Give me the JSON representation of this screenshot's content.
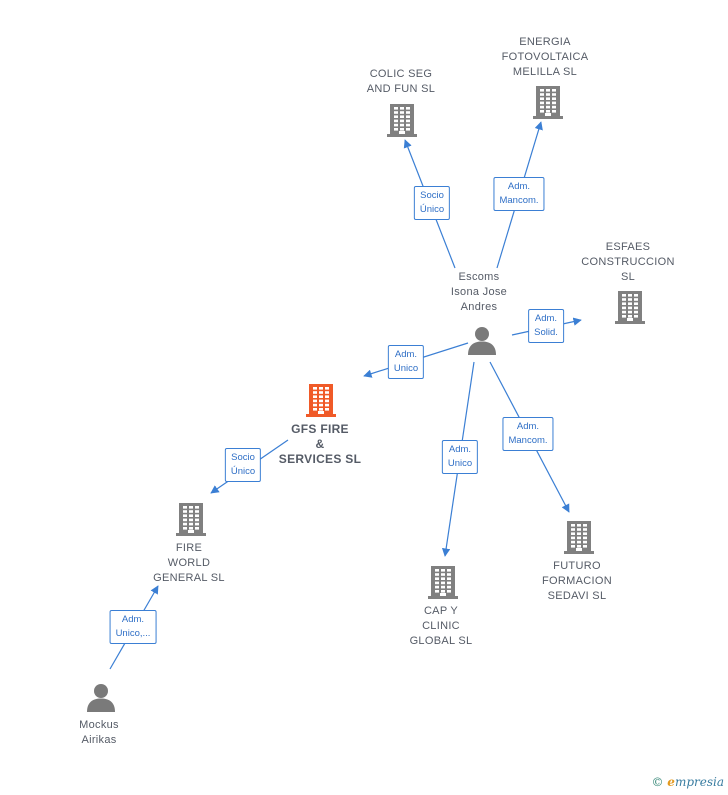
{
  "colors": {
    "company": "#808080",
    "company_main": "#f05a28",
    "person": "#7a7a7a",
    "edge": "#3b7fd4",
    "edge_text": "#2f6fc6",
    "label_text": "#555b66"
  },
  "nodes": [
    {
      "id": "colic",
      "type": "company",
      "lines": [
        "COLIC SEG",
        "AND FUN  SL"
      ]
    },
    {
      "id": "energia",
      "type": "company",
      "lines": [
        "ENERGIA",
        "FOTOVOLTAICA",
        "MELILLA  SL"
      ]
    },
    {
      "id": "esfaes",
      "type": "company",
      "lines": [
        "ESFAES",
        "CONSTRUCCION",
        "SL"
      ]
    },
    {
      "id": "escoms",
      "type": "person",
      "lines": [
        "Escoms",
        "Isona Jose",
        "Andres"
      ]
    },
    {
      "id": "gfs",
      "type": "company_main",
      "lines": [
        "GFS FIRE",
        "&",
        "SERVICES  SL"
      ]
    },
    {
      "id": "fire",
      "type": "company",
      "lines": [
        "FIRE",
        "WORLD",
        "GENERAL  SL"
      ]
    },
    {
      "id": "cap",
      "type": "company",
      "lines": [
        "CAP Y",
        "CLINIC",
        "GLOBAL  SL"
      ]
    },
    {
      "id": "futuro",
      "type": "company",
      "lines": [
        "FUTURO",
        "FORMACION",
        "SEDAVI SL"
      ]
    },
    {
      "id": "mockus",
      "type": "person",
      "lines": [
        "Mockus",
        "Airikas"
      ]
    }
  ],
  "edges": [
    {
      "id": "e1",
      "from": "escoms",
      "to": "colic",
      "label": [
        "Socio",
        "Único"
      ]
    },
    {
      "id": "e2",
      "from": "escoms",
      "to": "energia",
      "label": [
        "Adm.",
        "Mancom."
      ]
    },
    {
      "id": "e3",
      "from": "escoms",
      "to": "esfaes",
      "label": [
        "Adm.",
        "Solid."
      ]
    },
    {
      "id": "e4",
      "from": "escoms",
      "to": "gfs",
      "label": [
        "Adm.",
        "Unico"
      ]
    },
    {
      "id": "e5",
      "from": "escoms",
      "to": "cap",
      "label": [
        "Adm.",
        "Unico"
      ]
    },
    {
      "id": "e6",
      "from": "escoms",
      "to": "futuro",
      "label": [
        "Adm.",
        "Mancom."
      ]
    },
    {
      "id": "e7",
      "from": "gfs",
      "to": "fire",
      "label": [
        "Socio",
        "Único"
      ]
    },
    {
      "id": "e8",
      "from": "mockus",
      "to": "fire",
      "label": [
        "Adm.",
        "Unico,..."
      ]
    }
  ],
  "footer": {
    "copyright": "©",
    "brand_initial": "e",
    "brand_rest": "mpresia"
  }
}
